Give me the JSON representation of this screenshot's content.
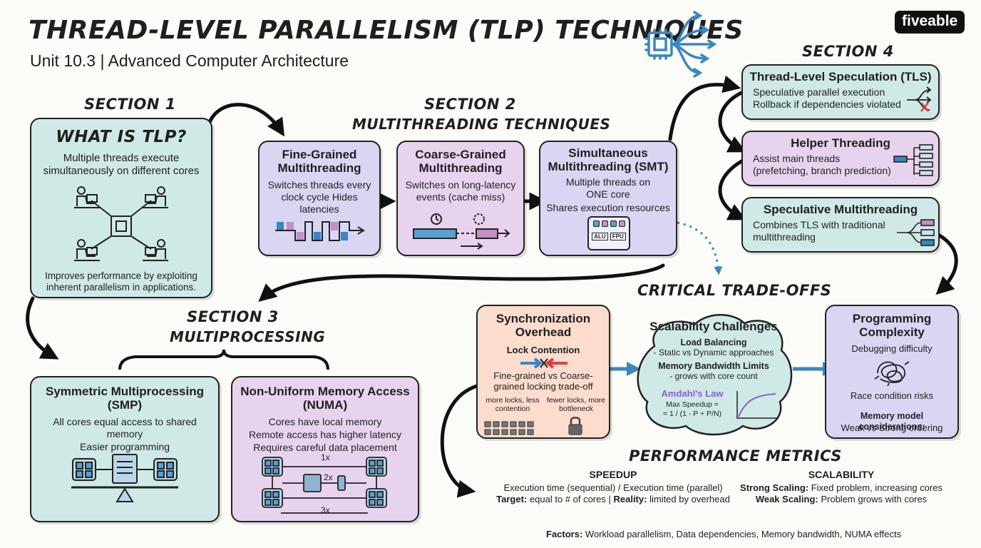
{
  "header": {
    "title": "THREAD-LEVEL PARALLELISM (TLP) TECHNIQUES",
    "subtitle": "Unit 10.3 | Advanced Computer Architecture",
    "logo": "fiveable"
  },
  "section1": {
    "label": "SECTION 1",
    "title": "WHAT IS TLP?",
    "desc": "Multiple threads execute simultaneously on different cores",
    "footer": "Improves performance by exploiting inherent parallelism in applications."
  },
  "section2": {
    "label": "SECTION 2",
    "heading": "MULTITHREADING TECHNIQUES",
    "fine": {
      "title": "Fine-Grained Multithreading",
      "desc": "Switches threads every clock cycle Hides latencies"
    },
    "coarse": {
      "title": "Coarse-Grained Multithreading",
      "desc": "Switches on long-latency events (cache miss)"
    },
    "smt": {
      "title": "Simultaneous Multithreading (SMT)",
      "desc1": "Multiple threads on ONE core",
      "desc2": "Shares execution resources",
      "alu": "ALU",
      "fpu": "FPU"
    }
  },
  "section3": {
    "label": "SECTION 3",
    "heading": "MULTIPROCESSING",
    "smp": {
      "title": "Symmetric Multiprocessing (SMP)",
      "desc1": "All cores equal access to shared memory",
      "desc2": "Easier programming"
    },
    "numa": {
      "title": "Non-Uniform Memory Access (NUMA)",
      "desc1": "Cores have local memory",
      "desc2": "Remote access has higher latency",
      "desc3": "Requires careful data placement",
      "l1": "1x",
      "l2": "2x",
      "l3": "3x"
    }
  },
  "section4": {
    "label": "SECTION 4",
    "tls": {
      "title": "Thread-Level Speculation (TLS)",
      "desc1": "Speculative parallel execution",
      "desc2": "Rollback if dependencies violated"
    },
    "helper": {
      "title": "Helper Threading",
      "desc1": "Assist main threads",
      "desc2": "(prefetching, branch prediction)"
    },
    "specmt": {
      "title": "Speculative Multithreading",
      "desc1": "Combines TLS with traditional",
      "desc2": "multithreading"
    }
  },
  "tradeoffs": {
    "heading": "CRITICAL TRADE-OFFS",
    "sync": {
      "title": "Synchronization Overhead",
      "sub": "Lock Contention",
      "desc": "Fine-grained vs Coarse-grained locking trade-off",
      "left": "more locks, less contention",
      "right": "fewer locks, more bottleneck"
    },
    "scal": {
      "title": "Scalability Challenges",
      "lb": "Load Balancing",
      "lb_desc": "- Static vs Dynamic approaches",
      "mb": "Memory Bandwidth Limits",
      "mb_desc": "- grows with core count",
      "amdahl": "Amdahl's Law",
      "formula1": "Max Speedup =",
      "formula2": "= 1 / (1 - P + P/N)"
    },
    "prog": {
      "title": "Programming Complexity",
      "debug": "Debugging difficulty",
      "race": "Race condition risks",
      "mem": "Memory model considerations:",
      "order": "Weak vs Strong ordering"
    }
  },
  "metrics": {
    "heading": "PERFORMANCE METRICS",
    "speedup": {
      "title": "SPEEDUP",
      "formula": "Execution time (sequential) / Execution time (parallel)",
      "target_label": "Target:",
      "target": "equal to # of cores |",
      "reality_label": "Reality:",
      "reality": "limited by overhead"
    },
    "scalability": {
      "title": "SCALABILITY",
      "strong_label": "Strong Scaling:",
      "strong": "Fixed problem, increasing cores",
      "weak_label": "Weak Scaling:",
      "weak": "Problem grows with cores"
    },
    "factors_label": "Factors:",
    "factors": "Workload parallelism, Data dependencies, Memory bandwidth, NUMA effects"
  },
  "colors": {
    "teal": "#cfe9e6",
    "lavender": "#d8d6f3",
    "pink": "#e8d3ee",
    "peach": "#fbdccd",
    "accent_blue": "#3a86c0",
    "amdahl_purple": "#8b5fd6"
  }
}
